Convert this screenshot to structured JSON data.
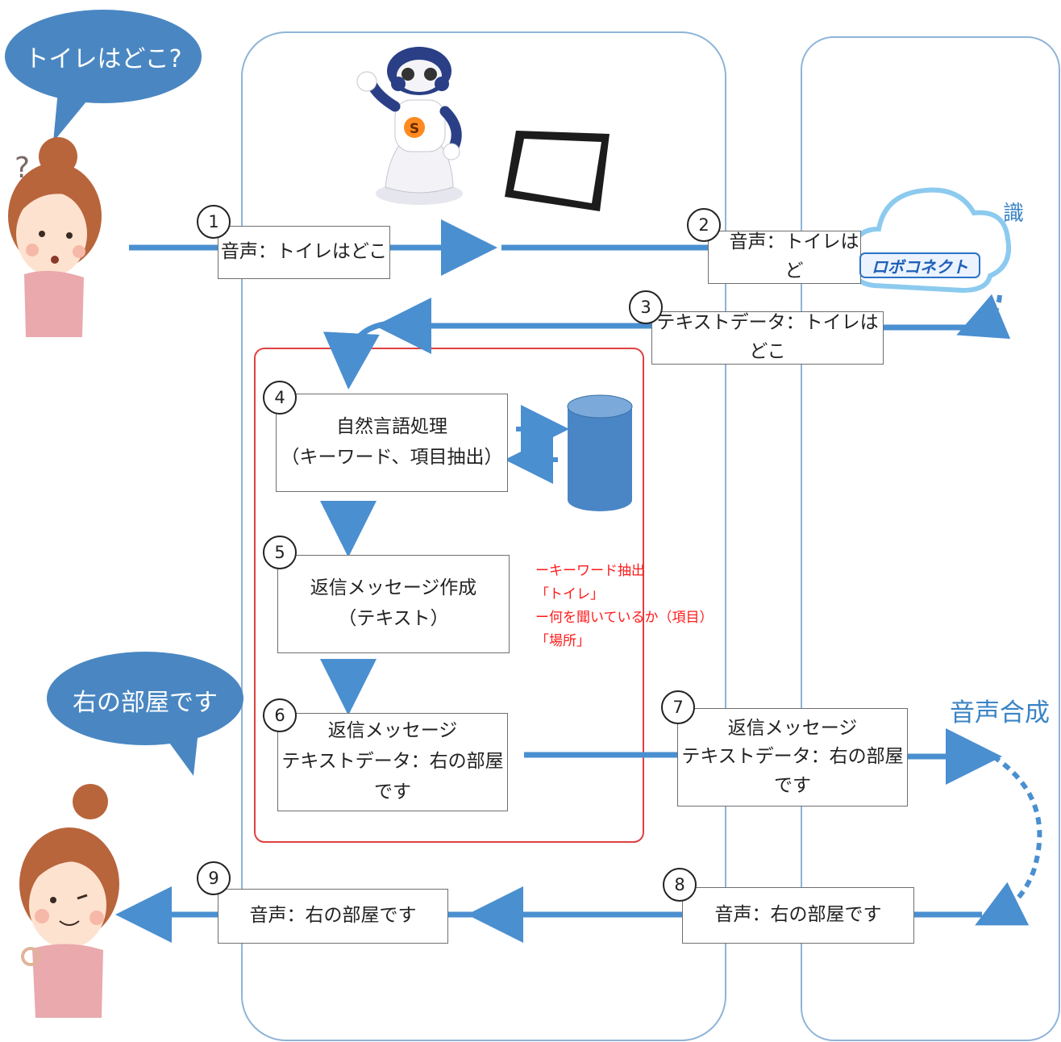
{
  "bubbles": {
    "question": "トイレはどこ?",
    "answer": "右の部屋です"
  },
  "labels": {
    "l1": "音声：トイレはどこ",
    "l2": "音声：トイレはど",
    "l3": "テキストデータ：トイレはどこ",
    "l7_title": "返信メッセージ",
    "l7_text": "テキストデータ：右の部屋です",
    "l8": "音声：右の部屋です",
    "l9": "音声：右の部屋です"
  },
  "steps": {
    "s4_title": "自然言語処理",
    "s4_sub": "（キーワード、項目抽出）",
    "s5_title": "返信メッセージ作成",
    "s5_sub": "（テキスト）",
    "s6_title": "返信メッセージ",
    "s6_sub": "テキストデータ：右の部屋です"
  },
  "numbers": [
    "1",
    "2",
    "3",
    "4",
    "5",
    "6",
    "7",
    "8",
    "9"
  ],
  "note": {
    "line1": "ーキーワード抽出",
    "line2": "「トイレ」",
    "line3": "ー何を聞いているか（項目）",
    "line4": "「場所」"
  },
  "cloud": {
    "tag": "識",
    "logo": "ロボコネクト"
  },
  "synthesis_tag": "音声合成",
  "colors": {
    "arrow": "#4a8fd0",
    "bubble": "#4a87c2",
    "panel_border": "#8fb4d8",
    "red_frame": "#e04040",
    "note_text": "#ff1a1a",
    "database": "#4a86c6"
  },
  "icons": [
    "robot-icon",
    "tablet-icon",
    "cloud-icon",
    "database-icon",
    "user-icon"
  ]
}
